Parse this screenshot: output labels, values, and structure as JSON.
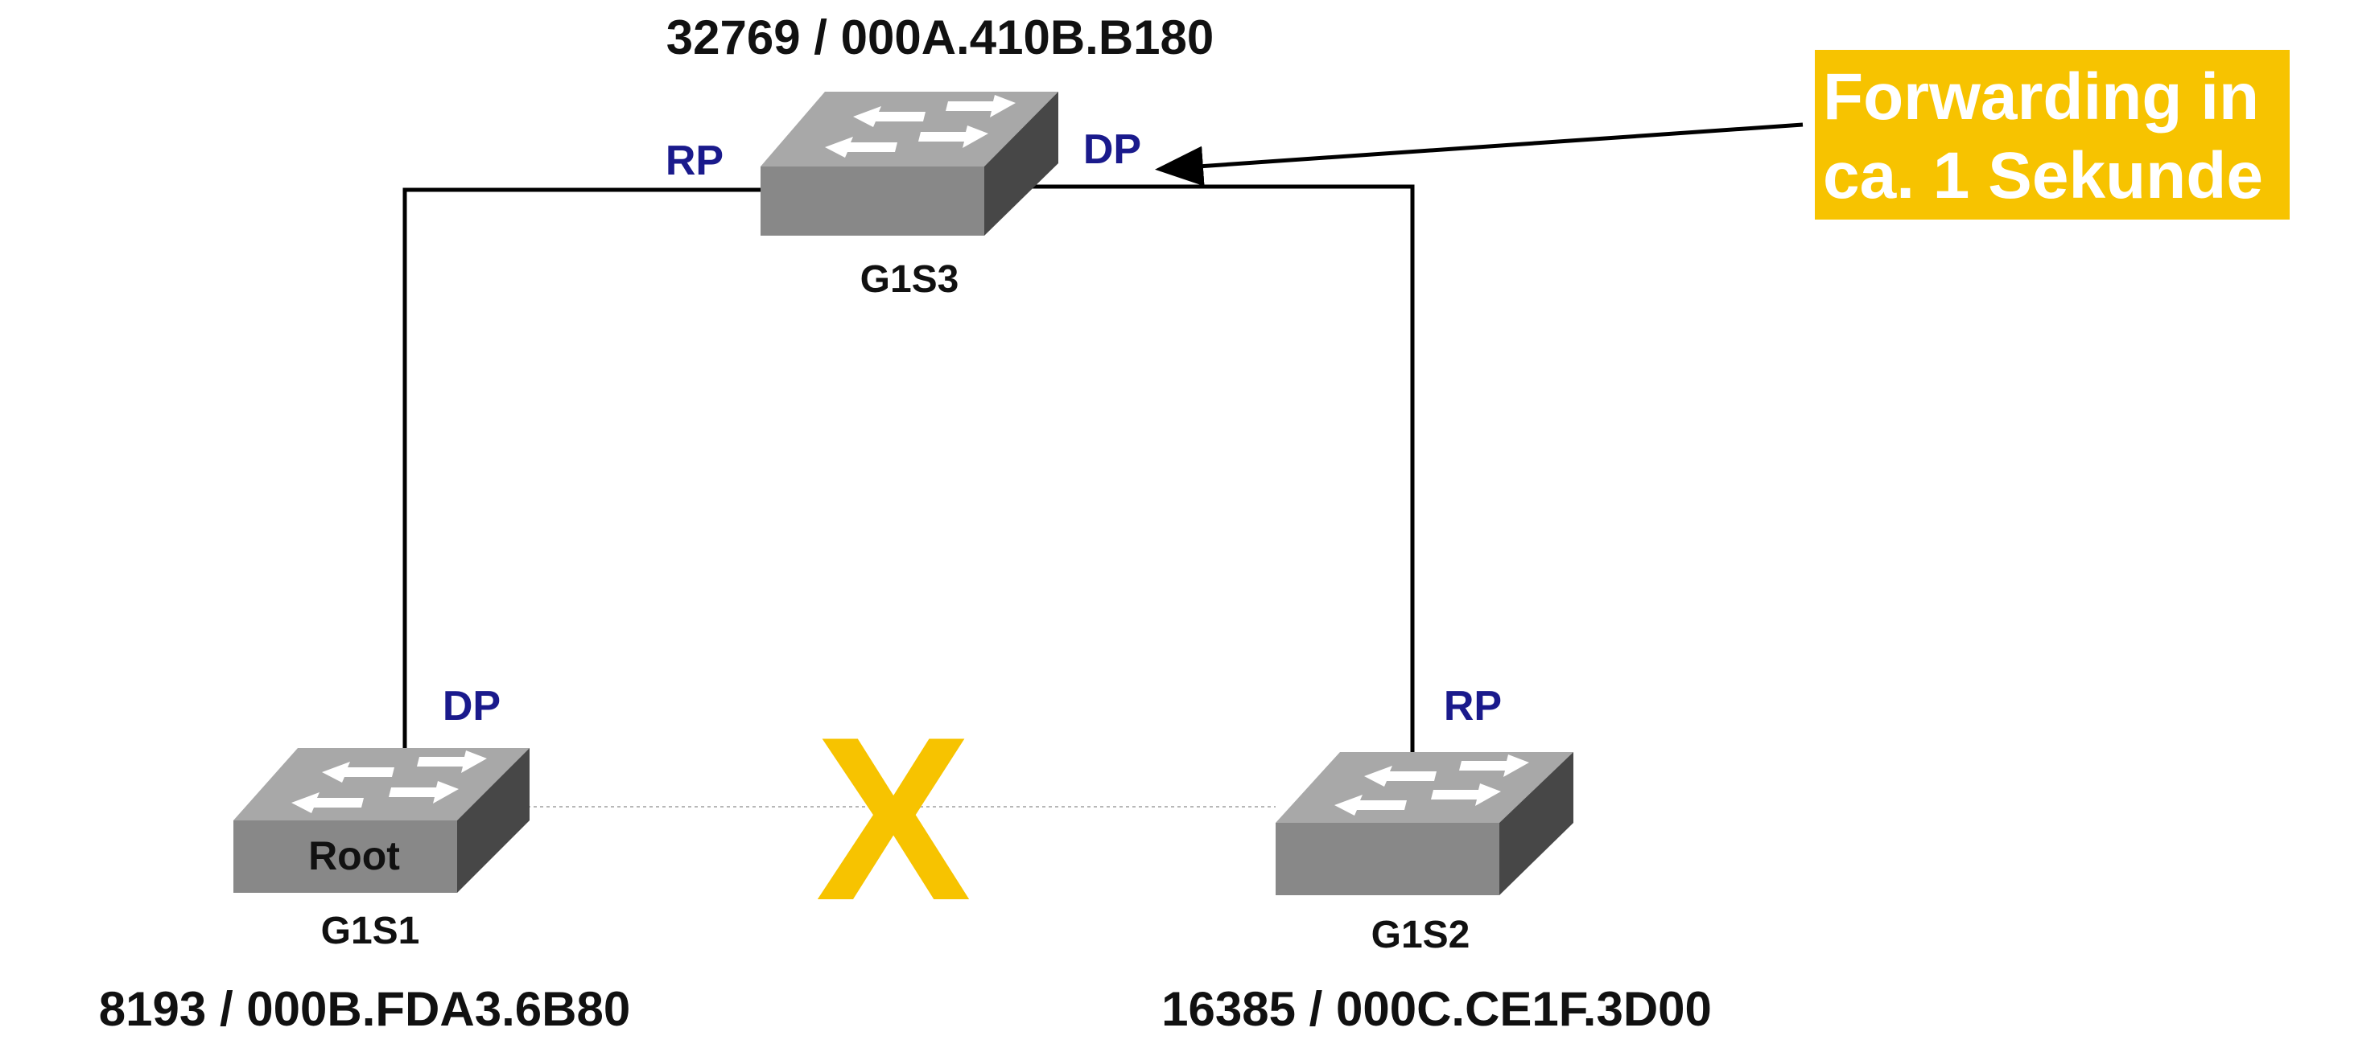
{
  "switches": {
    "g1s3": {
      "name": "G1S3",
      "bridge_id": "32769 / 000A.410B.B180"
    },
    "g1s1": {
      "name": "G1S1",
      "bridge_id": "8193 / 000B.FDA3.6B80",
      "role_label": "Root"
    },
    "g1s2": {
      "name": "G1S2",
      "bridge_id": "16385 / 000C.CE1F.3D00"
    }
  },
  "ports": {
    "g1s3_left": "RP",
    "g1s3_right": "DP",
    "g1s1_up": "DP",
    "g1s2_up": "RP"
  },
  "blocked_link_marker": "X",
  "callout": {
    "line1": "Forwarding in",
    "line2": "ca. 1 Sekunde"
  },
  "colors": {
    "port_label": "#1a1a8c",
    "callout_bg": "#f7c300",
    "blocked_marker": "#f7c300",
    "switch_top": "#a8a8a8",
    "switch_front": "#888888",
    "switch_side": "#474747"
  }
}
